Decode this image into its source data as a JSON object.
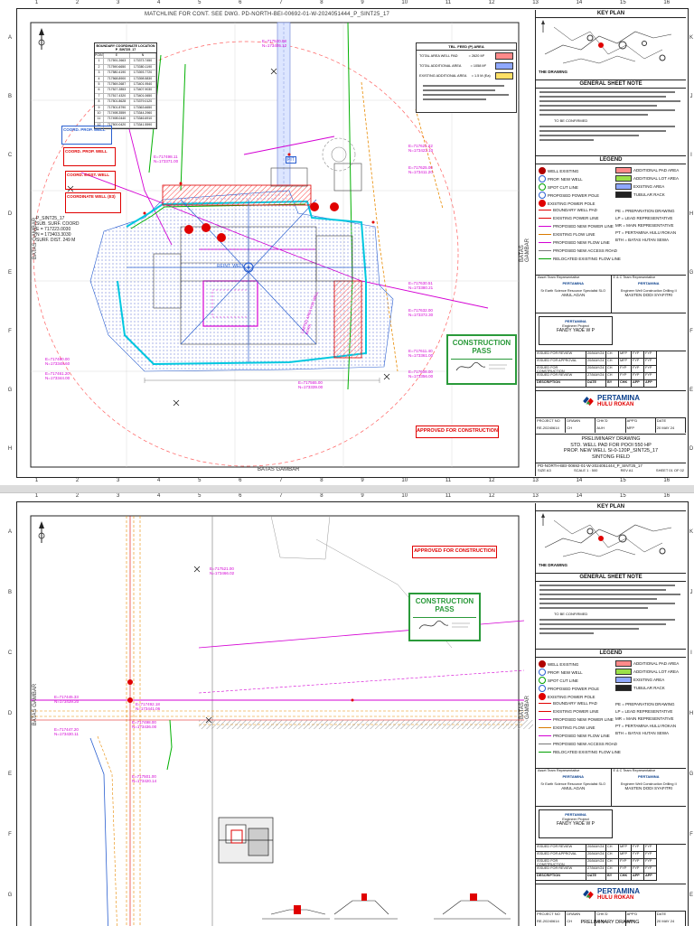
{
  "sheet1": {
    "matchline": "MATCHLINE FOR CONT. SEE DWG. PD-NORTH-BEI-00692-01-W-2024051444_P_SINT25_17",
    "batas_gambar": "BATAS GAMBAR",
    "coord_table": {
      "title": "BOUNDARY COORDINATE LOCATION P_SINT25_17",
      "headers": [
        "POINT",
        "E",
        "N"
      ],
      "rows": [
        [
          "1",
          "717591.2663",
          "173373.7450"
        ],
        [
          "2",
          "717590.6650",
          "173380.1190"
        ],
        [
          "3",
          "717580.4190",
          "173393.7720"
        ],
        [
          "4",
          "717568.8900",
          "173398.5830"
        ],
        [
          "5",
          "717569.2687",
          "173401.9540"
        ],
        [
          "6",
          "717527.2853",
          "173407.9030"
        ],
        [
          "7",
          "717517.4320",
          "173401.0650"
        ],
        [
          "8",
          "717501.8628",
          "173379.0120"
        ],
        [
          "9",
          "717501.8790",
          "173363.6650"
        ],
        [
          "10",
          "717498.3559",
          "173344.2960"
        ],
        [
          "11",
          "717498.0440",
          "173346.6910"
        ],
        [
          "12",
          "717500.0420",
          "173341.5590"
        ]
      ]
    },
    "area_box": {
      "title": "TBL. FEED (P) AREA",
      "rows": [
        {
          "label": "TOTAL AREA WELL PAD",
          "value": "= 2620 M²",
          "color": "#ff8a8a"
        },
        {
          "label": "TOTAL ADDITIONAL AREA",
          "value": "= 1058 M²",
          "color": "#8fa8ff"
        },
        {
          "label": "EXISTING ADDITIONAL AREA",
          "value": "= 1.5 M (Ea)",
          "color": "#ffe066"
        }
      ]
    },
    "well_labels": {
      "coord_prop": "COORD. PROP. WELL",
      "coord_surf": "COORD. PROP. WELL",
      "coord_bot": "COORD. EXIST. WELL",
      "coord_exist": "COORDINATE WELL (E3)",
      "sub_name": "P_SINT25_17",
      "sub_info": "SUB. SURF. COORD",
      "sub_e": "E = 717223.0030",
      "sub_n": "N = 173403.3030",
      "sub_dist": "SURF. DIST. 249 M"
    },
    "plan_labels": {
      "pit": "PIT",
      "rcep_well": "REINT. WELL",
      "limited_area": "LIMITED AREA FOR WELL WORK"
    }
  },
  "sheet2": {
    "batas_gambar": "BATAS GAMBAR"
  },
  "stamps": {
    "construction_pass": "CONSTRUCTION PASS",
    "approved": "APPROVED FOR CONSTRUCTION"
  },
  "title_block": {
    "key_plan": "KEY PLAN",
    "the_drawing": "THE DRAWING",
    "general_sheet_note": "GENERAL SHEET NOTE",
    "to_be_confirmed": "TO BE CONFIRMED",
    "legend": "LEGEND",
    "legend_items": [
      {
        "text": "WELL EXISTING",
        "color": "#b00000"
      },
      {
        "text": "PROP. NEW WELL",
        "color": "#2a5fd0"
      },
      {
        "text": "SPOT CUT LINE",
        "color": "#00a000"
      },
      {
        "text": "PROPOSED POWER POLE",
        "color": "#2a5fd0"
      },
      {
        "text": "EXISTING POWER POLE",
        "color": "#e00000"
      },
      {
        "text": "BOUNDARY WELL PAD",
        "color": "#e00000"
      },
      {
        "text": "EXISTING POWER LINE",
        "color": "#e00000"
      },
      {
        "text": "PROPOSED NEW POWER LINE",
        "color": "#d400d4"
      },
      {
        "text": "EXISTING FLOW LINE",
        "color": "#d97a00"
      },
      {
        "text": "PROPOSED NEW FLOW LINE",
        "color": "#d400d4"
      },
      {
        "text": "PROPOSED NEW ACCESS ROAD",
        "color": "#777777"
      },
      {
        "text": "RELOCATED EXISTING FLOW LINE",
        "color": "#00a000"
      }
    ],
    "legend_right": [
      {
        "text": "ADDITIONAL PAD AREA",
        "color": "#ff8a8a"
      },
      {
        "text": "ADDITIONAL LOT AREA",
        "color": "#9be04a"
      },
      {
        "text": "EXISTING AREA",
        "color": "#8fa8ff"
      },
      {
        "text": "TUBULAR RACK",
        "color": "#222222"
      }
    ],
    "legend_abbr": [
      "PE = PREPARATION DRAWING",
      "LP = LEAD REPRESENTATIVE",
      "MR = MAIN REPRESENTATIVE",
      "PT = PERTAMINA HULU ROKAN",
      "BTH = BATAS HUTAN SEWA"
    ],
    "asset_team": "Asset Team Representative",
    "ecc_team": "E & C Team Representative",
    "asset_role": "Sr Earth Science Resource Specialist SLO",
    "asset_name": "AMUL AGAN",
    "ecc_role": "Engineer Well Construction Drilling II",
    "ecc_name": "MASTEN DODI SYAFITRI",
    "engineer_role": "Engineer Project",
    "engineer_name": "FANDY YADE W P",
    "pertamina": "PERTAMINA",
    "pertamina_word": "PERTAMINA",
    "hulu_rokan": "HULU ROKAN",
    "revisions": [
      [
        "ISSUED FOR REVIEW",
        "20/MAY/24",
        "CH",
        "MFP",
        "FYP",
        "FYP"
      ],
      [
        "ISSUED FOR APPROVAL",
        "20/MAY/24",
        "CH",
        "MFP",
        "FYP",
        "FYP"
      ],
      [
        "ISSUED FOR CONSTRUCTION",
        "20/MAY/24",
        "CH",
        "FYP",
        "FYP",
        "FYP"
      ],
      [
        "ISSUED FOR REVIEW",
        "27/MAY/24",
        "CH",
        "FYP",
        "FYP",
        "FYP"
      ]
    ],
    "rev_headers": [
      "DESCRIPTION",
      "DATE",
      "BY",
      "CHK",
      "APP",
      "APP"
    ],
    "project_headers": [
      "PROJECT NO",
      "DRAWN",
      "CHK'D",
      "APP'D",
      "DATE"
    ],
    "project_values": [
      "RE-20240614",
      "CH",
      "AUH",
      "MFP",
      "20 MAY 24"
    ],
    "drawing_title_1": "PRELIMINARY DRAWING",
    "drawing_title_2": "STD. WELL PAD FOR POOI 550 HP",
    "drawing_title_3": "PROP. NEW WELL SI-0-120P_SINT25_17",
    "drawing_title_4": "SINTONG FIELD",
    "dwg_no": "PD-NORTH-BEI-00692-01-W-2024051444_P_SINT25_17",
    "size": "SIZE A3",
    "scale": "SCALE 1 : 500",
    "rev": "REV A1",
    "sheet": "SHEET 01 OF 02"
  },
  "title_block_2": {
    "drawing_title_1": "PRELIMINARY DRAWING"
  },
  "colors": {
    "magenta": "#d400d4",
    "red": "#e00000",
    "green": "#2a9a3a",
    "cyan": "#00c8e0",
    "blue": "#2a5fd0",
    "navy": "#0a3f8c"
  }
}
